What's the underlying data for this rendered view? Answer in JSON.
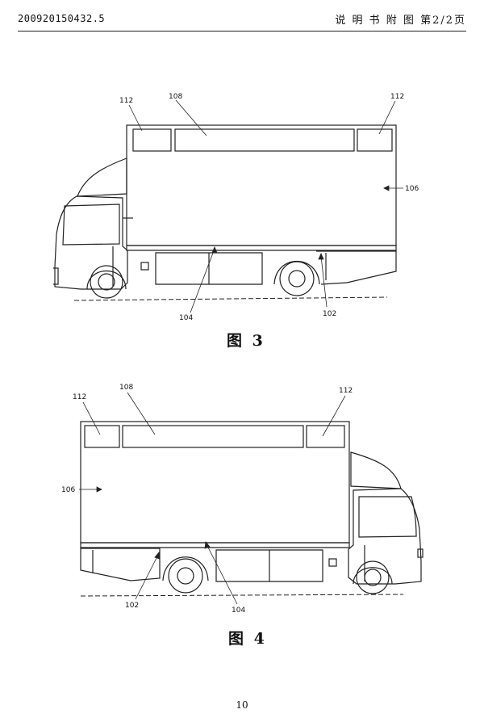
{
  "header": {
    "doc_number": "200920150432.5",
    "section": "说 明 书 附 图",
    "page": "第2/2页"
  },
  "figure3": {
    "caption": "图 3",
    "labels": {
      "l112a": "112",
      "l108": "108",
      "l112b": "112",
      "l106": "106",
      "l104": "104",
      "l102": "102"
    }
  },
  "figure4": {
    "caption": "图 4",
    "labels": {
      "l112a": "112",
      "l108": "108",
      "l112b": "112",
      "l106": "106",
      "l102": "102",
      "l104": "104"
    }
  },
  "footer": {
    "page_number": "10"
  }
}
